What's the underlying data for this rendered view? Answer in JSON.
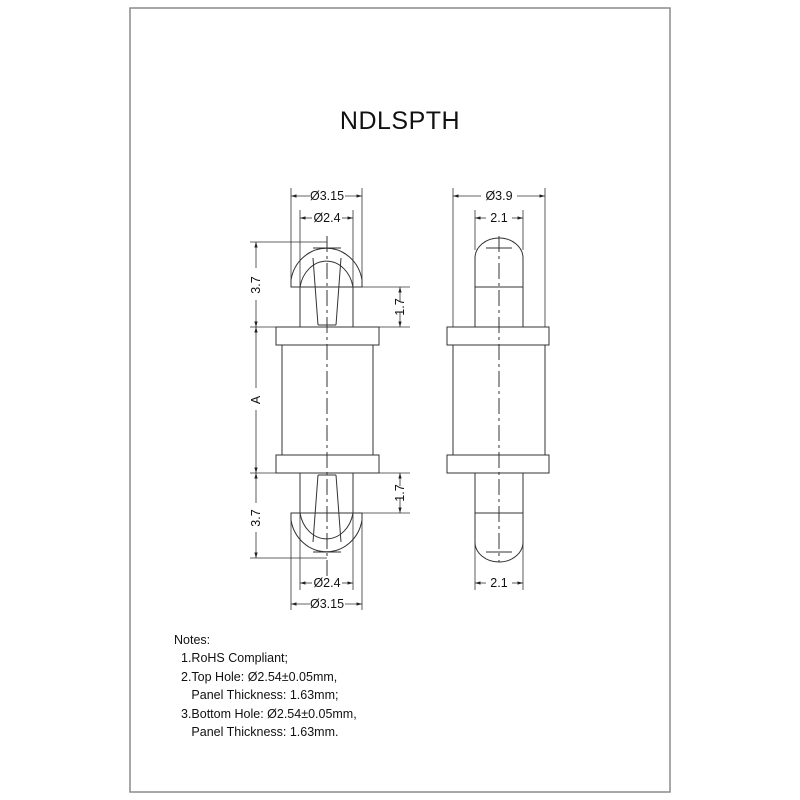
{
  "drawing": {
    "title": "NDLSPTH",
    "front_view": {
      "top_outer_diameter": "Ø3.15",
      "top_inner_diameter": "Ø2.4",
      "bottom_outer_diameter": "Ø3.15",
      "bottom_inner_diameter": "Ø2.4",
      "top_length": "3.7",
      "body_length": "A",
      "bottom_length": "3.7",
      "top_head_offset": "1.7",
      "bottom_head_offset": "1.7"
    },
    "side_view": {
      "flange_diameter": "Ø3.9",
      "top_pin_width": "2.1",
      "bottom_pin_width": "2.1"
    },
    "notes": {
      "heading": "Notes:",
      "items": [
        "1.RoHS Compliant;",
        "2.Top Hole: Ø2.54±0.05mm,",
        "   Panel Thickness: 1.63mm;",
        "3.Bottom Hole: Ø2.54±0.05mm,",
        "   Panel Thickness: 1.63mm."
      ]
    },
    "colors": {
      "line": "#333333",
      "border": "#888888",
      "background": "#ffffff"
    }
  }
}
